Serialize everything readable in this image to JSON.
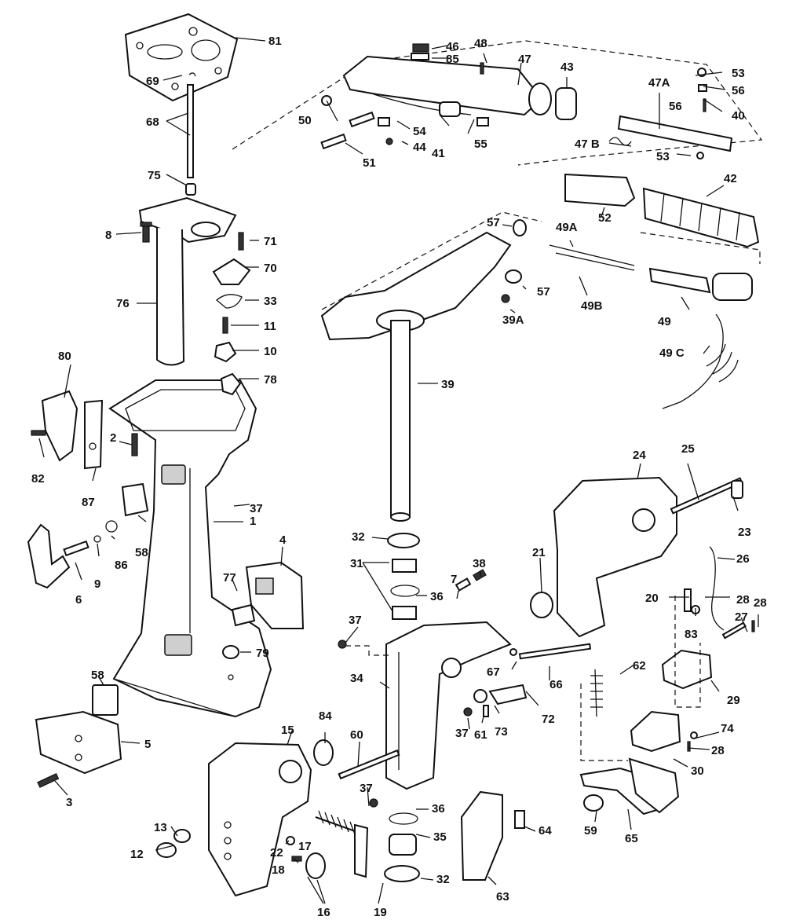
{
  "diagram": {
    "callouts": {
      "c1": "1",
      "c2": "2",
      "c3": "3",
      "c4": "4",
      "c5": "5",
      "c6": "6",
      "c7": "7",
      "c8": "8",
      "c9": "9",
      "c10": "10",
      "c11": "11",
      "c12": "12",
      "c13": "13",
      "c15": "15",
      "c16": "16",
      "c17": "17",
      "c18": "18",
      "c19": "19",
      "c20": "20",
      "c21": "21",
      "c22": "22",
      "c23": "23",
      "c24": "24",
      "c25": "25",
      "c26": "26",
      "c27": "27",
      "c28a": "28",
      "c28b": "28",
      "c28c": "28",
      "c29": "29",
      "c30": "30",
      "c31": "31",
      "c32a": "32",
      "c32b": "32",
      "c33": "33",
      "c34": "34",
      "c35": "35",
      "c36a": "36",
      "c36b": "36",
      "c37a": "37",
      "c37b": "37",
      "c37c": "37",
      "c37d": "37",
      "c38": "38",
      "c39": "39",
      "c39a": "39A",
      "c40": "40",
      "c41": "41",
      "c42": "42",
      "c43": "43",
      "c44": "44",
      "c46": "46",
      "c47": "47",
      "c47a": "47A",
      "c47b": "47 B",
      "c48": "48",
      "c49": "49",
      "c49a": "49A",
      "c49b": "49B",
      "c49c": "49 C",
      "c50": "50",
      "c51": "51",
      "c52": "52",
      "c53a": "53",
      "c53b": "53",
      "c54": "54",
      "c55": "55",
      "c56a": "56",
      "c56b": "56",
      "c57a": "57",
      "c57b": "57",
      "c58a": "58",
      "c58b": "58",
      "c59": "59",
      "c60": "60",
      "c61": "61",
      "c62": "62",
      "c63": "63",
      "c64": "64",
      "c65": "65",
      "c66": "66",
      "c67": "67",
      "c68": "68",
      "c69": "69",
      "c70": "70",
      "c71": "71",
      "c72": "72",
      "c73": "73",
      "c74": "74",
      "c75": "75",
      "c76": "76",
      "c77": "77",
      "c78": "78",
      "c79": "79",
      "c80": "80",
      "c81": "81",
      "c82": "82",
      "c83": "83",
      "c84": "84",
      "c85": "85",
      "c86": "86",
      "c87": "87"
    }
  }
}
